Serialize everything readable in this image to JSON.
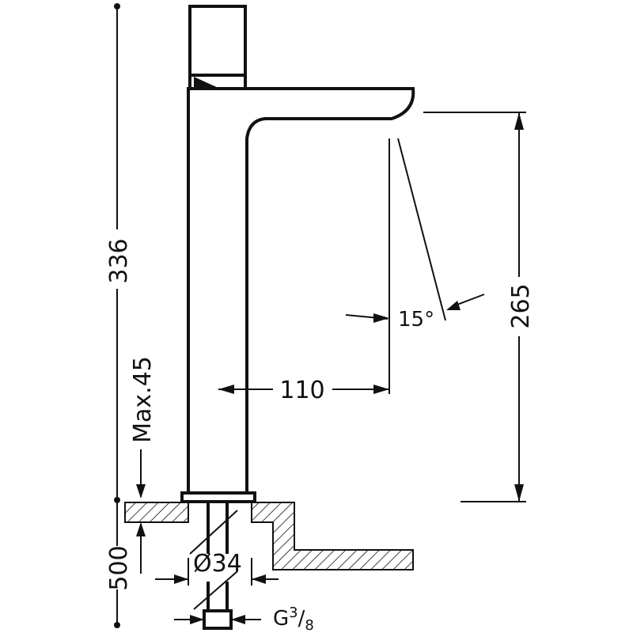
{
  "dimensions": {
    "total_height": "336",
    "max_deck_thickness": "Max.45",
    "hose_length": "500",
    "spout_height": "265",
    "spout_reach": "110",
    "spray_angle": "15°",
    "hole_diameter": "Ø34",
    "connection_thread": "G",
    "thread_numerator": "3",
    "thread_denominator": "8"
  }
}
